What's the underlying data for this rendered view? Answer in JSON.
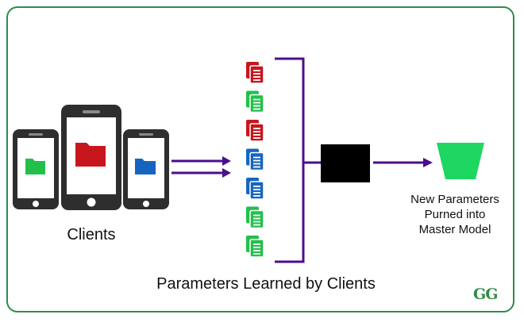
{
  "labels": {
    "clients": "Clients",
    "result_line1": "New Parameters",
    "result_line2": "Purned into",
    "result_line3": "Master Model",
    "caption": "Parameters Learned by Clients",
    "logo": "GG"
  },
  "phones": [
    {
      "folder_color": "#22c04a"
    },
    {
      "folder_color": "#c8161d"
    },
    {
      "folder_color": "#1565c0"
    }
  ],
  "parameter_docs": [
    {
      "color": "#c8161d"
    },
    {
      "color": "#22c04a"
    },
    {
      "color": "#c8161d"
    },
    {
      "color": "#1565c0"
    },
    {
      "color": "#1565c0"
    },
    {
      "color": "#22c04a"
    },
    {
      "color": "#22c04a"
    }
  ],
  "colors": {
    "frame": "#2f8d46",
    "arrow": "#4b0e8c",
    "bracket": "#4b0e8c",
    "aggregator": "#000000",
    "master_model": "#1ed760"
  }
}
